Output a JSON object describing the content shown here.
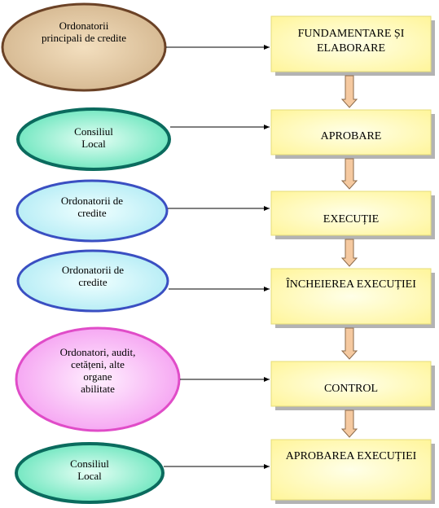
{
  "flow": {
    "actors": [
      {
        "lines": [
          "Ordonatorii",
          "principali de credite"
        ],
        "style": "brown"
      },
      {
        "lines": [
          "Consiliul",
          "Local"
        ],
        "style": "teal"
      },
      {
        "lines": [
          "Ordonatorii de",
          "credite"
        ],
        "style": "lightblue"
      },
      {
        "lines": [
          "Ordonatorii de",
          "credite"
        ],
        "style": "lightblue"
      },
      {
        "lines": [
          "Ordonatori, audit,",
          "cetățeni, alte",
          "organe",
          "abilitate"
        ],
        "style": "pink"
      },
      {
        "lines": [
          "Consiliul",
          "Local"
        ],
        "style": "teal"
      }
    ],
    "stages": [
      {
        "lines": [
          "FUNDAMENTARE ȘI",
          "ELABORARE"
        ]
      },
      {
        "lines": [
          "APROBARE"
        ]
      },
      {
        "lines": [
          "EXECUȚIE"
        ]
      },
      {
        "lines": [
          "ÎNCHEIEREA EXECUȚIEI"
        ]
      },
      {
        "lines": [
          "CONTROL"
        ]
      },
      {
        "lines": [
          "APROBAREA EXECUȚIEI"
        ]
      }
    ]
  },
  "colors": {
    "brown": {
      "fill_inner": "#f3dfbf",
      "fill_outer": "#d2b48c",
      "stroke": "#6b4226"
    },
    "teal": {
      "fill_inner": "#e6fff5",
      "fill_outer": "#5fe3b8",
      "stroke": "#0b6b5e"
    },
    "lightblue": {
      "fill_inner": "#f0ffff",
      "fill_outer": "#aeeaf4",
      "stroke": "#3a4fc2"
    },
    "pink": {
      "fill_inner": "#fff0ff",
      "fill_outer": "#f49af0",
      "stroke": "#e04cc8"
    },
    "box_fill_inner": "#ffffe8",
    "box_fill_outer": "#fff59a",
    "box_shadow": "#b3b3b3",
    "arrow_fill": "#f5c9a0",
    "arrow_stroke": "#8c6a4a"
  }
}
